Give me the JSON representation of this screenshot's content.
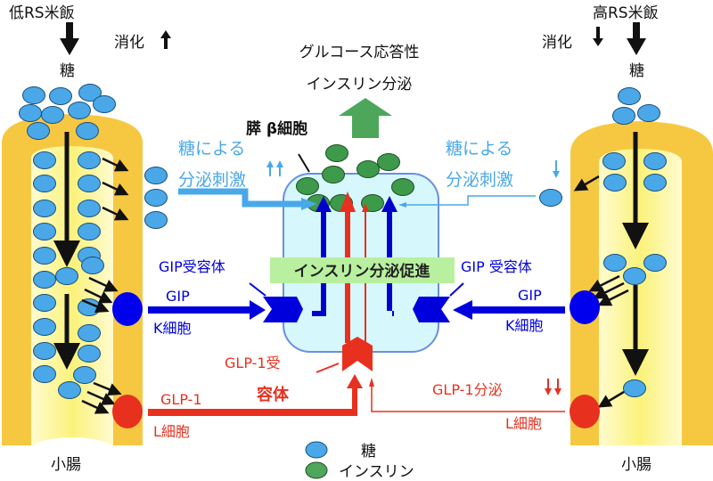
{
  "left": {
    "food": "低RS米飯",
    "digestion": "消化",
    "sugar": "糖",
    "stim_line1": "糖による",
    "stim_line2": "分泌刺激",
    "gip_receptor": "GIP受容体",
    "gip": "GIP",
    "k_cell": "K細胞",
    "glp1": "GLP-1",
    "l_cell": "L細胞",
    "intestine": "小腸"
  },
  "right": {
    "food": "高RS米飯",
    "digestion": "消化",
    "sugar": "糖",
    "stim_line1": "糖による",
    "stim_line2": "分泌刺激",
    "gip_receptor": "GIP 受容体",
    "gip": "GIP",
    "k_cell": "K細胞",
    "glp1_secretion": "GLP-1分泌",
    "l_cell": "L細胞",
    "intestine": "小腸"
  },
  "center": {
    "title_line1": "グルコース応答性",
    "title_line2": "インスリン分泌",
    "beta_cell": "膵 β細胞",
    "promotion": "インスリン分泌促進",
    "glp1_receptor_line1": "GLP-1受",
    "glp1_receptor_line2": "容体"
  },
  "legend": {
    "sugar": "糖",
    "insulin": "インスリン"
  },
  "colors": {
    "sugar": "#4aa8e8",
    "insulin": "#3d9a4a",
    "gip": "#0000dd",
    "glp1": "#e8301f",
    "intestine_outer": "#f6c842",
    "intestine_inner": "#fdf39a",
    "cell": "#d6f7fc"
  }
}
